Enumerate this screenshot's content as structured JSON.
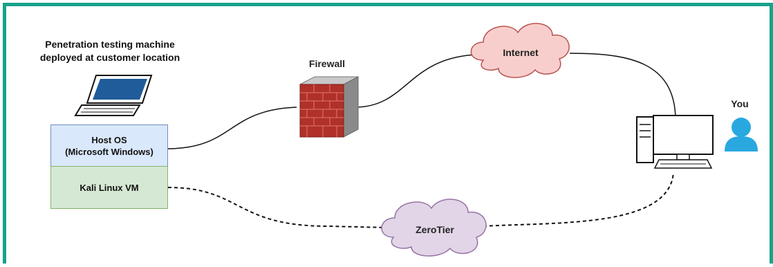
{
  "diagram": {
    "caption": {
      "line1": "Penetration testing machine",
      "line2": "deployed at customer location"
    },
    "host_os": {
      "line1": "Host OS",
      "line2": "(Microsoft Windows)"
    },
    "kali_vm": "Kali Linux VM",
    "firewall": "Firewall",
    "internet": "Internet",
    "zerotier": "ZeroTier",
    "you": "You",
    "colors": {
      "frame": "#16a38a",
      "host_fill": "#dae8fc",
      "host_border": "#6c8ebf",
      "kali_fill": "#d5e8d4",
      "kali_border": "#82b366",
      "cloud_fill": "#f8cecc",
      "cloud_stroke": "#b85450",
      "zerotier_fill": "#e1d5e7",
      "zerotier_stroke": "#9673a6",
      "user_icon": "#29a8e0",
      "laptop_screen": "#1f5c99",
      "firewall_brick": "#b0302a"
    }
  }
}
